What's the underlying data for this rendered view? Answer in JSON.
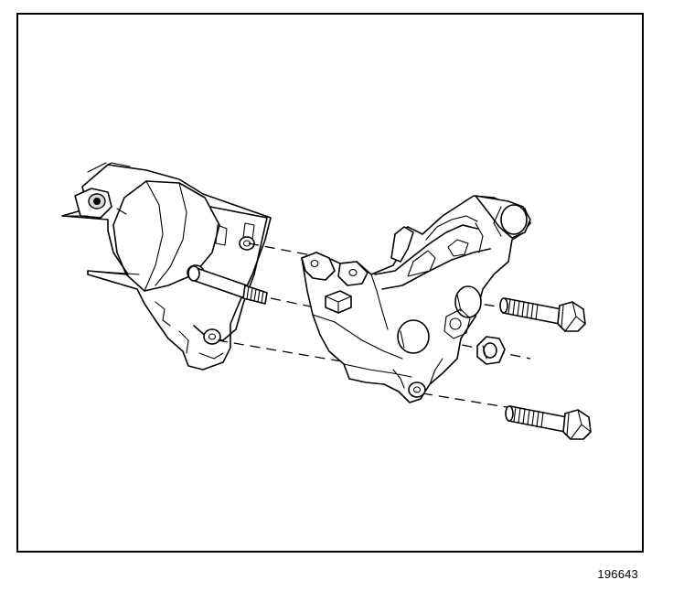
{
  "figure": {
    "number": "196643"
  },
  "colors": {
    "ink": "#000000",
    "paper": "#ffffff",
    "shade": "#d9d9d9"
  },
  "parts": [
    {
      "name": "engine-block",
      "icon": "engine-block-icon"
    },
    {
      "name": "mounting-bracket",
      "icon": "bracket-icon"
    },
    {
      "name": "stud",
      "icon": "stud-icon"
    },
    {
      "name": "upper-bolt",
      "icon": "bolt-icon"
    },
    {
      "name": "lower-bolt",
      "icon": "bolt-icon"
    },
    {
      "name": "nut",
      "icon": "nut-icon"
    }
  ]
}
